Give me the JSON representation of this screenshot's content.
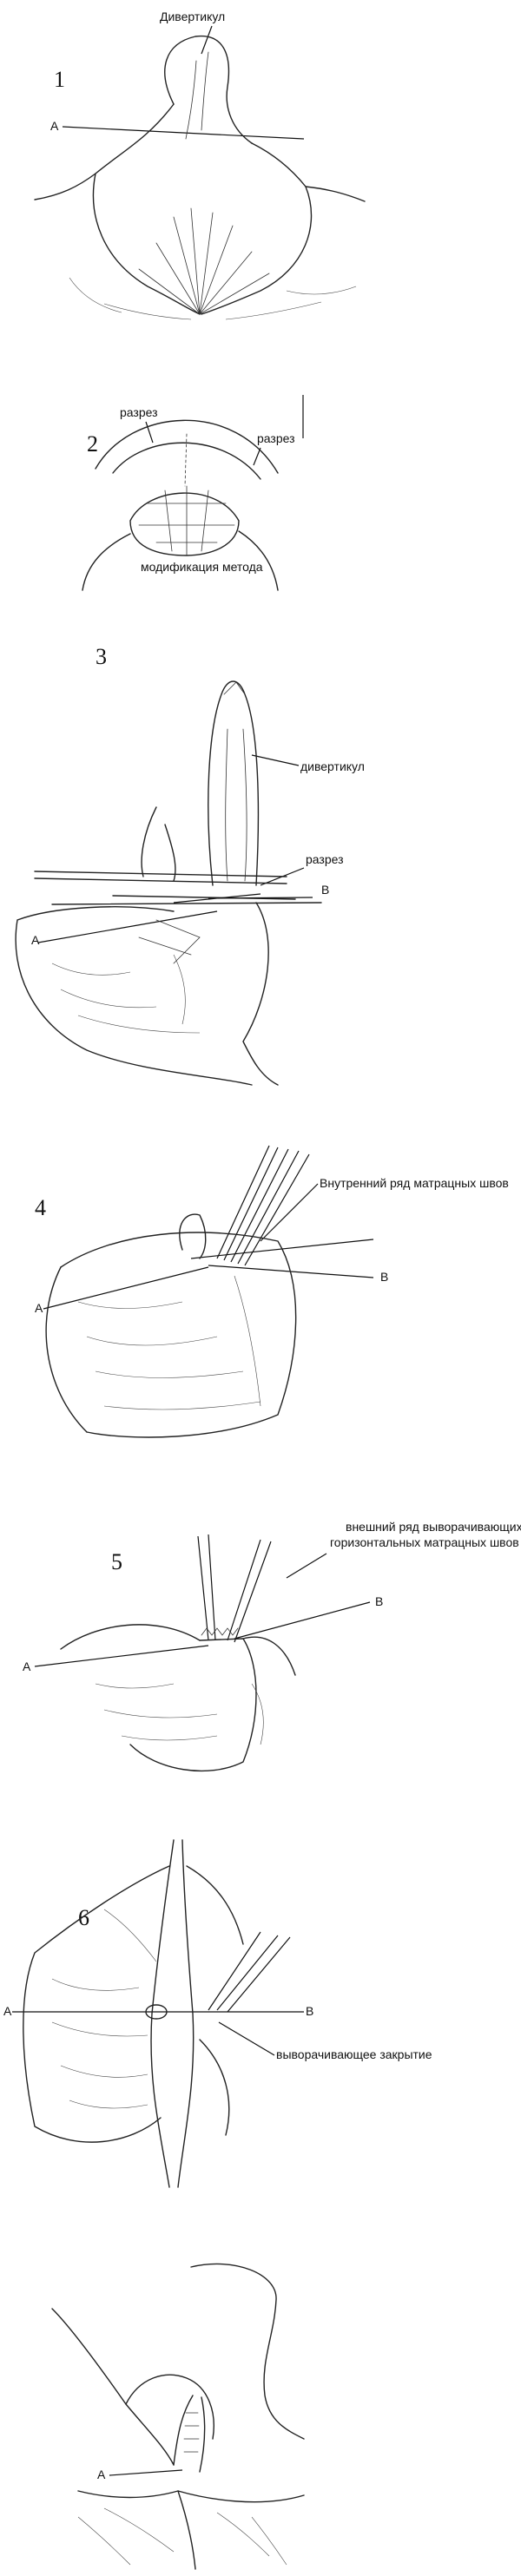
{
  "figure": {
    "panels": [
      {
        "step": "1",
        "labels": {
          "diverticulum": "Дивертикул",
          "a": "A"
        }
      },
      {
        "step": "2",
        "labels": {
          "incision_left": "разрез",
          "incision_right": "разрез",
          "caption": "модификация метода"
        }
      },
      {
        "step": "3",
        "labels": {
          "diverticulum": "дивертикул",
          "incision": "разрез",
          "b": "B",
          "a": "A"
        }
      },
      {
        "step": "4",
        "labels": {
          "inner_row": "Внутренний ряд матрацных швов",
          "b": "B",
          "a": "A"
        }
      },
      {
        "step": "5",
        "labels": {
          "outer_row_line1": "внешний ряд выворачивающих",
          "outer_row_line2": "горизонтальных матрацных швов",
          "b": "B",
          "a": "A"
        }
      },
      {
        "step": "6",
        "labels": {
          "everting": "выворачивающее закрытие",
          "a": "A",
          "b": "B"
        }
      },
      {
        "step": "",
        "labels": {
          "a": "A"
        }
      }
    ]
  }
}
